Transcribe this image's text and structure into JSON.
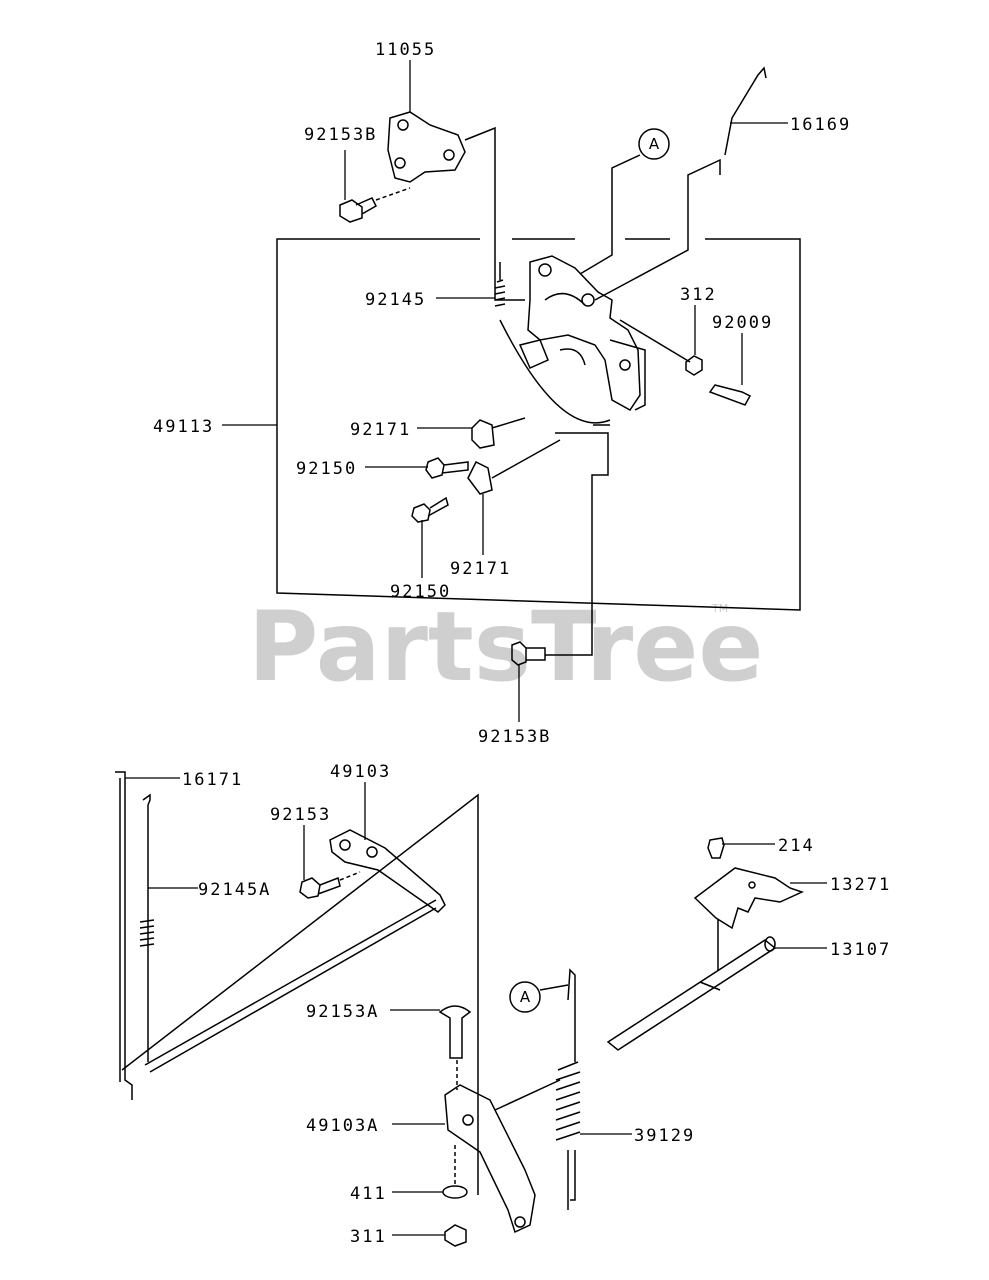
{
  "watermark": {
    "text": "PartsTree",
    "tm": "TM"
  },
  "callouts": [
    {
      "id": "A1",
      "text": "A"
    },
    {
      "id": "A2",
      "text": "A"
    }
  ],
  "labels": {
    "p11055": "11055",
    "p92153B_top": "92153B",
    "p16169": "16169",
    "p312": "312",
    "p92009": "92009",
    "p92145": "92145",
    "p49113": "49113",
    "p92171_a": "92171",
    "p92150_a": "92150",
    "p92150_b": "92150",
    "p92171_b": "92171",
    "p92153B_bot": "92153B",
    "p16171": "16171",
    "p49103": "49103",
    "p92153": "92153",
    "p92145A": "92145A",
    "p214": "214",
    "p13271": "13271",
    "p13107": "13107",
    "p92153A": "92153A",
    "p49103A": "49103A",
    "p39129": "39129",
    "p411": "411",
    "p311": "311"
  }
}
